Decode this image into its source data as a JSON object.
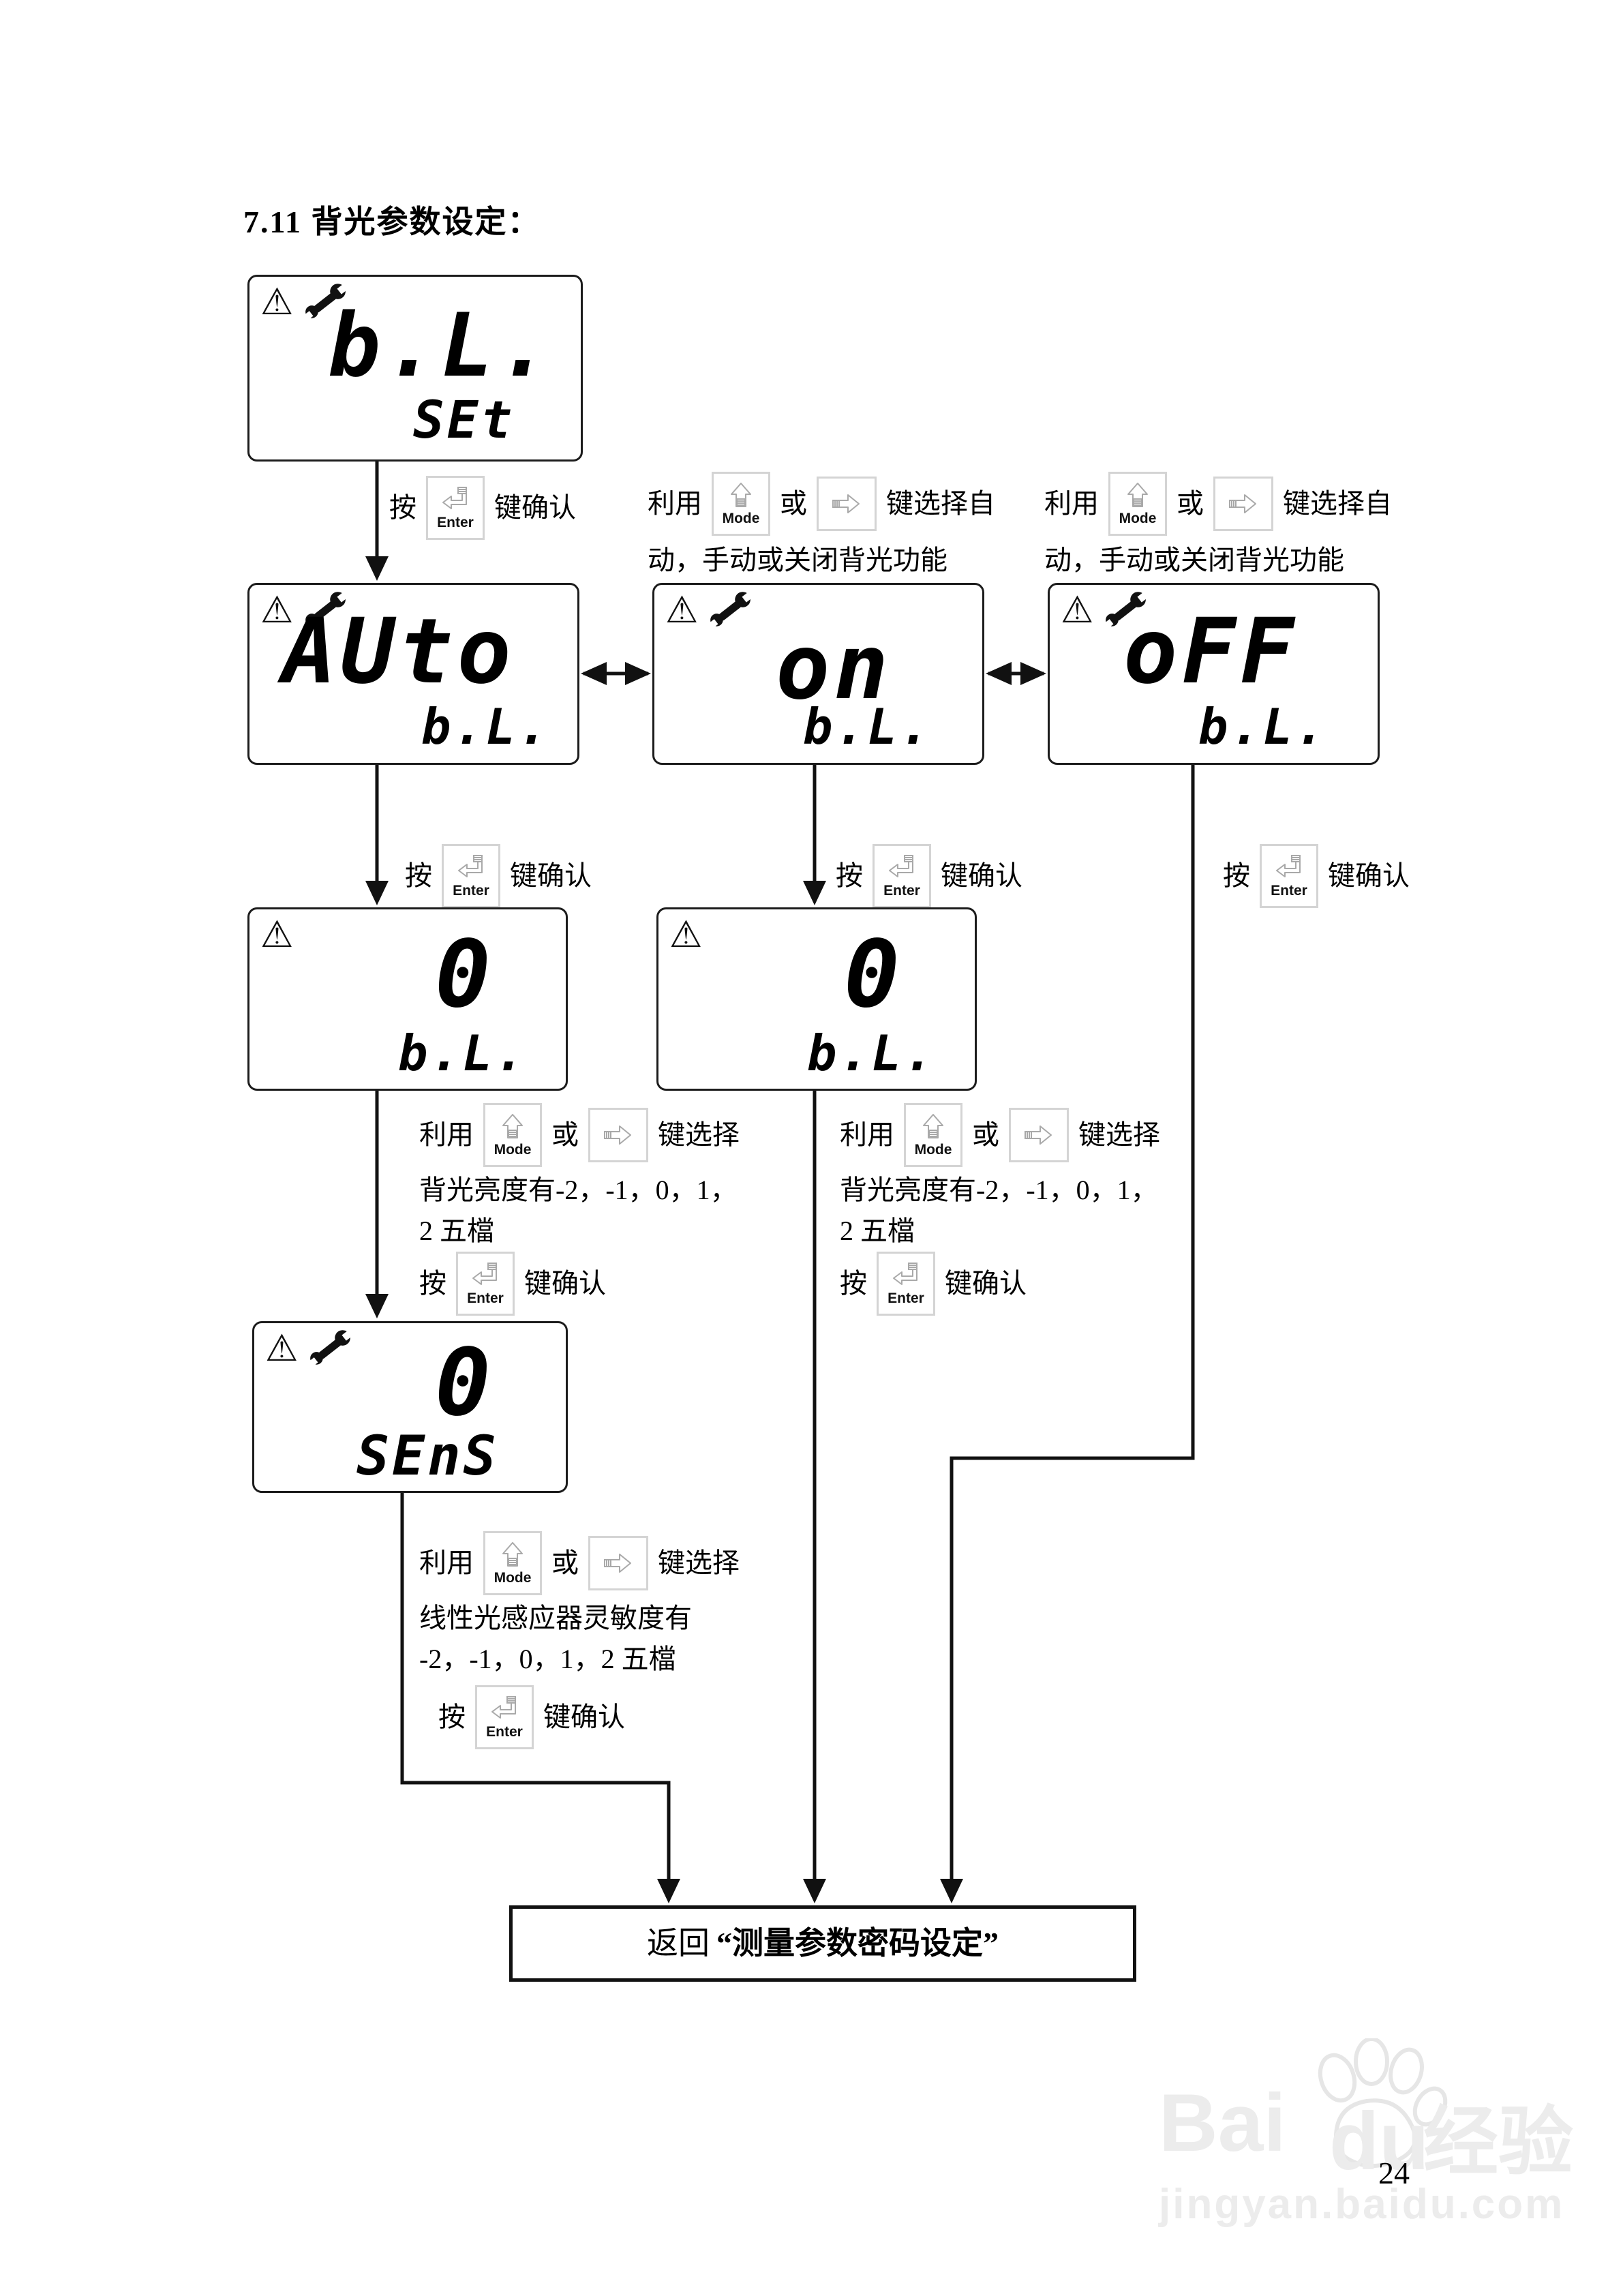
{
  "page": {
    "title": "7.11 背光参数设定：",
    "page_number": "24"
  },
  "keys": {
    "enter": "Enter",
    "mode": "Mode"
  },
  "icons": {
    "warning": "⚠"
  },
  "phrases": {
    "press": "按",
    "confirm": "键确认",
    "use": "利用",
    "or": "或",
    "choose_auto_tail": "键选择自",
    "choose_auto_cont": "动，手动或关闭背光功能",
    "choose_tail": "键选择",
    "brightness_line": "背光亮度有-2，-1，0，1，",
    "brightness_cont": "2 五檔",
    "sens_line": "线性光感应器灵敏度有",
    "sens_cont": "-2，-1，0，1，2 五檔",
    "return_prefix": "返回",
    "return_target": "“测量参数密码设定”"
  },
  "lcds": {
    "bl_set": {
      "main": "b.L.",
      "sub": "SEt"
    },
    "auto": {
      "main": "AUto",
      "sub": "b.L."
    },
    "on": {
      "main": "on",
      "sub": "b.L."
    },
    "off": {
      "main": "oFF",
      "sub": "b.L."
    },
    "level_left": {
      "main": "0",
      "sub": "b.L."
    },
    "level_mid": {
      "main": "0",
      "sub": "b.L."
    },
    "sens": {
      "main": "0",
      "sub": "SEnS"
    }
  },
  "watermark": {
    "brand_latin_1": "Bai",
    "brand_latin_2": "du",
    "brand_cjk": "经验",
    "site": "jingyan.baidu.com"
  },
  "colors": {
    "connector": "#111111",
    "key_border": "#d4d4d4",
    "key_glyph": "#a9a9a9",
    "watermark": "#ececec"
  }
}
